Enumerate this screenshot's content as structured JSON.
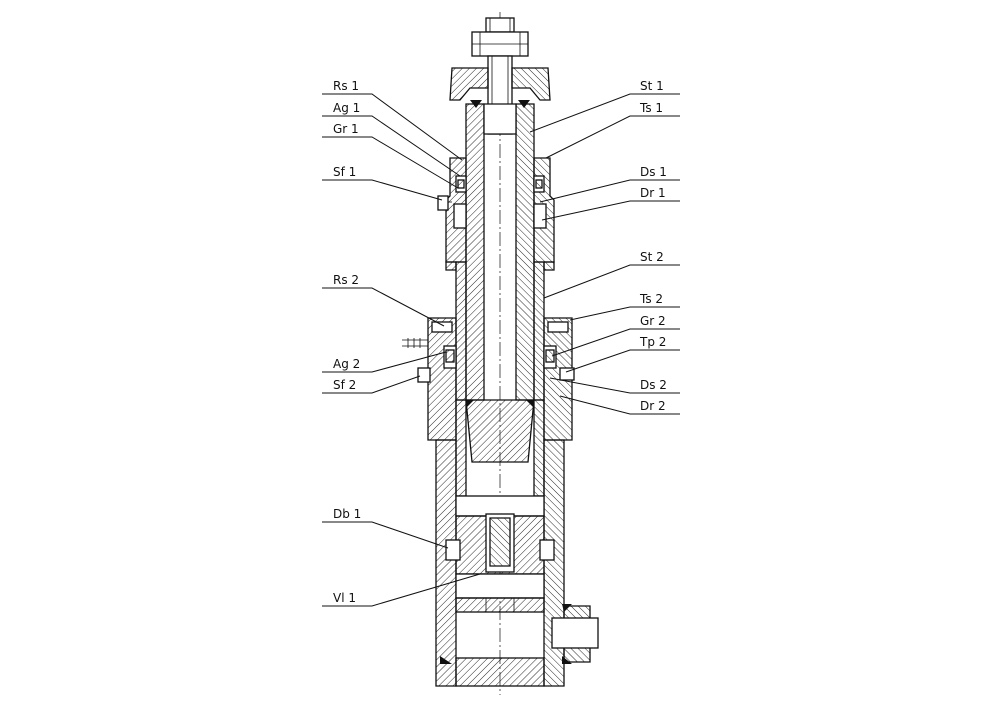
{
  "labels_left": [
    {
      "id": "rs1",
      "text": "Rs 1"
    },
    {
      "id": "ag1",
      "text": "Ag 1"
    },
    {
      "id": "gr1",
      "text": "Gr 1"
    },
    {
      "id": "sf1",
      "text": "Sf 1"
    },
    {
      "id": "rs2",
      "text": "Rs 2"
    },
    {
      "id": "ag2",
      "text": "Ag 2"
    },
    {
      "id": "sf2",
      "text": "Sf 2"
    },
    {
      "id": "db1",
      "text": "Db 1"
    },
    {
      "id": "vl1",
      "text": "Vl 1"
    }
  ],
  "labels_right": [
    {
      "id": "st1",
      "text": "St 1"
    },
    {
      "id": "ts1",
      "text": "Ts 1"
    },
    {
      "id": "ds1",
      "text": "Ds 1"
    },
    {
      "id": "dr1",
      "text": "Dr 1"
    },
    {
      "id": "st2",
      "text": "St 2"
    },
    {
      "id": "ts2",
      "text": "Ts 2"
    },
    {
      "id": "gr2",
      "text": "Gr 2"
    },
    {
      "id": "tp2",
      "text": "Tp 2"
    },
    {
      "id": "ds2",
      "text": "Ds 2"
    },
    {
      "id": "dr2",
      "text": "Dr 2"
    }
  ]
}
